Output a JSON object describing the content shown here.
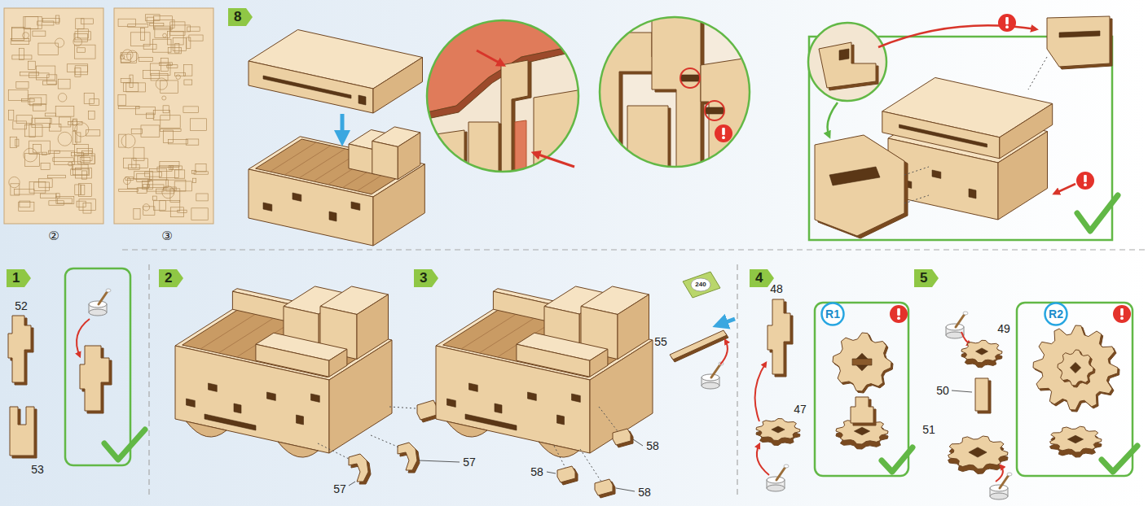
{
  "diagram": {
    "nodes": [
      {
        "text": [
          "8"
        ]
      },
      {
        "text": [
          "1"
        ]
      },
      {
        "text": [
          "2"
        ]
      },
      {
        "text": [
          "3"
        ]
      },
      {
        "text": [
          "4"
        ]
      },
      {
        "text": [
          "R1"
        ]
      },
      {
        "text": [
          "5"
        ]
      },
      {
        "text": [
          "R2"
        ]
      }
    ],
    "labels": [
      "②",
      "③",
      "52",
      "53",
      "57",
      "57",
      "58",
      "58",
      "58",
      "55",
      "240",
      "48",
      "47",
      "49",
      "50",
      "51"
    ]
  }
}
